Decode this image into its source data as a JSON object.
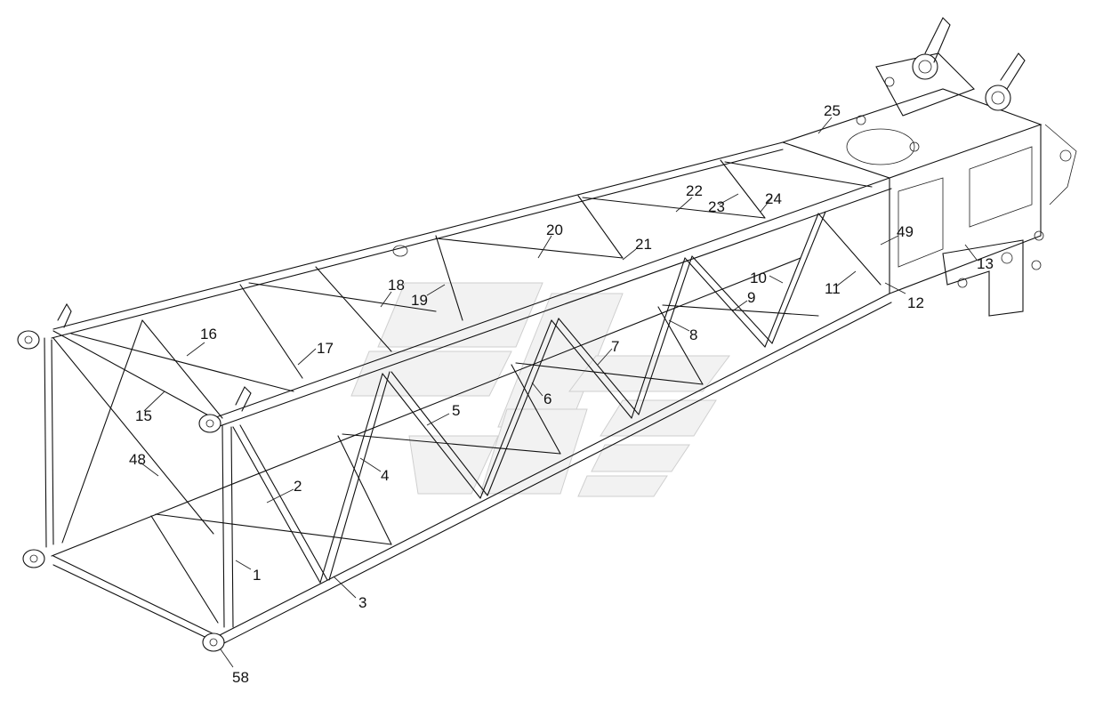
{
  "callouts": [
    {
      "id": "c1",
      "text": "1"
    },
    {
      "id": "c2",
      "text": "2"
    },
    {
      "id": "c3",
      "text": "3"
    },
    {
      "id": "c4",
      "text": "4"
    },
    {
      "id": "c5",
      "text": "5"
    },
    {
      "id": "c6",
      "text": "6"
    },
    {
      "id": "c7",
      "text": "7"
    },
    {
      "id": "c8",
      "text": "8"
    },
    {
      "id": "c9",
      "text": "9"
    },
    {
      "id": "c10",
      "text": "10"
    },
    {
      "id": "c11",
      "text": "11"
    },
    {
      "id": "c12",
      "text": "12"
    },
    {
      "id": "c13",
      "text": "13"
    },
    {
      "id": "c15",
      "text": "15"
    },
    {
      "id": "c16",
      "text": "16"
    },
    {
      "id": "c17",
      "text": "17"
    },
    {
      "id": "c18",
      "text": "18"
    },
    {
      "id": "c19",
      "text": "19"
    },
    {
      "id": "c20",
      "text": "20"
    },
    {
      "id": "c21",
      "text": "21"
    },
    {
      "id": "c22",
      "text": "22"
    },
    {
      "id": "c23",
      "text": "23"
    },
    {
      "id": "c24",
      "text": "24"
    },
    {
      "id": "c25",
      "text": "25"
    },
    {
      "id": "c48",
      "text": "48"
    },
    {
      "id": "c49",
      "text": "49"
    },
    {
      "id": "c58",
      "text": "58"
    }
  ]
}
